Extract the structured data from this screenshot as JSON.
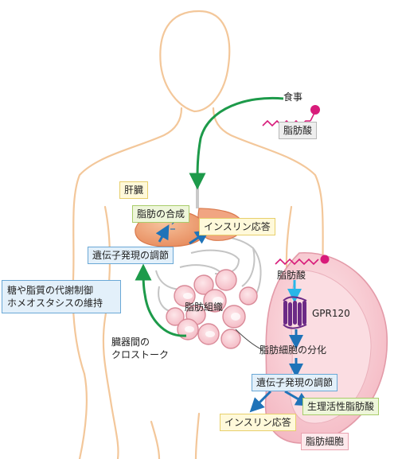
{
  "labels": {
    "meal": "食事",
    "fatty_acid_top": "脂肪酸",
    "liver": "肝臓",
    "lipid_synthesis": "脂肪の合成",
    "insulin_response_top": "インスリン応答",
    "gene_regulation_left": "遺伝子発現の調節",
    "metabolism_line1": "糖や脂質の代謝制御",
    "metabolism_line2": "ホメオスタシスの維持",
    "adipose_tissue": "脂肪組織",
    "crosstalk_line1": "臓器間の",
    "crosstalk_line2": "クロストーク",
    "fatty_acid_right": "脂肪酸",
    "gpr120": "GPR120",
    "adipocyte_differentiation": "脂肪細胞の分化",
    "gene_regulation_right": "遺伝子発現の調節",
    "insulin_response_bottom": "インスリン応答",
    "bioactive_fatty_acid": "生理活性脂肪酸",
    "adipocyte": "脂肪細胞"
  },
  "colors": {
    "body_outline": "#f3c79a",
    "green_arrow": "#1d9a4a",
    "blue_arrow": "#1f73b8",
    "cyan_arrow": "#29b6e8",
    "fatty_acid_chain": "#d81b7a",
    "gpr120_receptor": "#6b2a86",
    "cell_fill": "#f7c9d0",
    "liver_fill": "#ee9a6c"
  }
}
